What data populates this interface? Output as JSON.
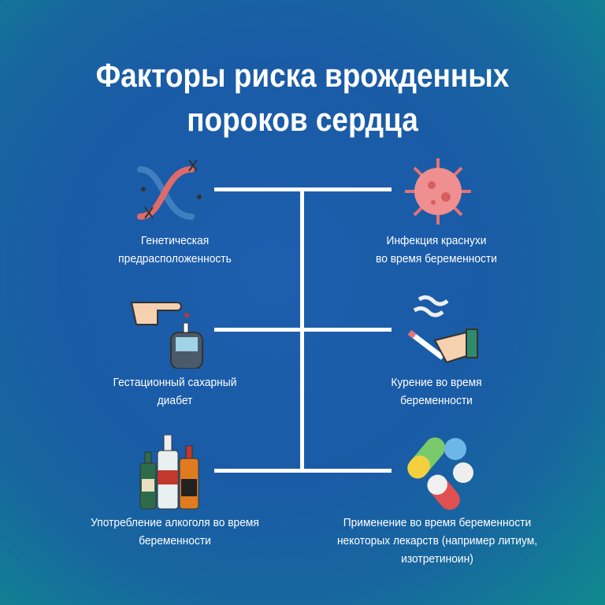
{
  "title": {
    "line1": "Факторы риска врожденных",
    "line2": "пороков сердца"
  },
  "factors": [
    {
      "icon": "dna-icon",
      "lines": [
        "Генетическая",
        "предрасположенность"
      ]
    },
    {
      "icon": "virus-icon",
      "lines": [
        "Инфекция краснухи",
        "во время беременности"
      ]
    },
    {
      "icon": "glucometer-icon",
      "lines": [
        "Гестационный сахарный",
        "диабет"
      ]
    },
    {
      "icon": "cigarette-icon",
      "lines": [
        "Курение во время",
        "беременности"
      ]
    },
    {
      "icon": "alcohol-bottles-icon",
      "lines": [
        "Употребление алкоголя во время",
        "беременности"
      ]
    },
    {
      "icon": "pills-icon",
      "lines": [
        "Применение во время беременности",
        "некоторых лекарств (например литиум,",
        "изотретиноин)"
      ]
    }
  ],
  "colors": {
    "background": "#1a5ba6",
    "accent": "#ffffff"
  }
}
